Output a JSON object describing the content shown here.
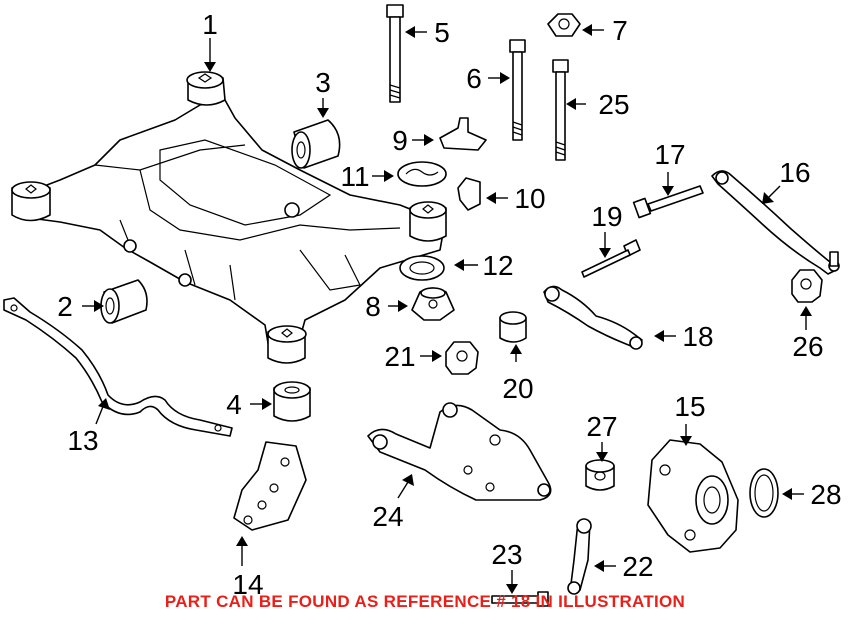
{
  "footer_note": "PART CAN BE FOUND AS REFERENCE # 18 IN ILLUSTRATION",
  "colors": {
    "line": "#000000",
    "background": "#ffffff",
    "note": "#e8201a"
  },
  "callouts": {
    "c1": "1",
    "c2": "2",
    "c3": "3",
    "c4": "4",
    "c5": "5",
    "c6": "6",
    "c7": "7",
    "c8": "8",
    "c9": "9",
    "c10": "10",
    "c11": "11",
    "c12": "12",
    "c13": "13",
    "c14": "14",
    "c15": "15",
    "c16": "16",
    "c17": "17",
    "c18": "18",
    "c19": "19",
    "c20": "20",
    "c21": "21",
    "c22": "22",
    "c23": "23",
    "c24": "24",
    "c25": "25",
    "c26": "26",
    "c27": "27",
    "c28": "28"
  }
}
